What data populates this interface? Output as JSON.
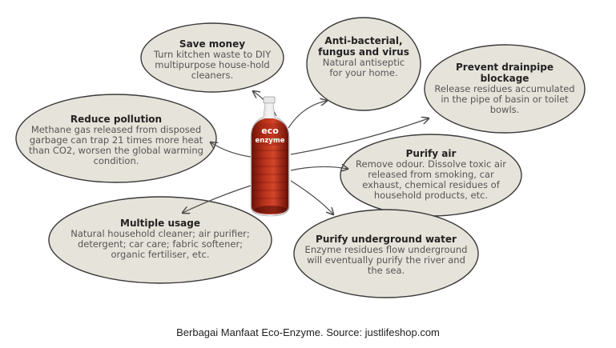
{
  "bottle": {
    "label_line1": "eco",
    "label_line2": "enzyme"
  },
  "bubbles": [
    {
      "id": "save-money",
      "title": "Save money",
      "desc": "Turn kitchen waste to DIY multipurpose house-hold cleaners."
    },
    {
      "id": "anti-bacterial",
      "title": "Anti-bacterial, fungus and virus",
      "desc": "Natural antiseptic for your home."
    },
    {
      "id": "prevent-drainpipe",
      "title": "Prevent drainpipe blockage",
      "desc": "Release residues accumulated in the pipe of basin or toilet bowls."
    },
    {
      "id": "reduce-pollution",
      "title": "Reduce pollution",
      "desc": "Methane gas released from disposed garbage can trap 21 times more heat than CO2, worsen the global warming condition."
    },
    {
      "id": "purify-air",
      "title": "Purify air",
      "desc": "Remove odour. Dissolve toxic air released from smoking, car exhaust, chemical residues of household products, etc."
    },
    {
      "id": "multiple-usage",
      "title": "Multiple usage",
      "desc": "Natural household cleaner; air purifier; detergent;  car care;  fabric softener; organic fertiliser, etc."
    },
    {
      "id": "purify-water",
      "title": "Purify underground water",
      "desc": "Enzyme residues flow underground will eventually  purify the river and the sea."
    }
  ],
  "caption": "Berbagai Manfaat Eco-Enzyme. Source: justlifeshop.com"
}
